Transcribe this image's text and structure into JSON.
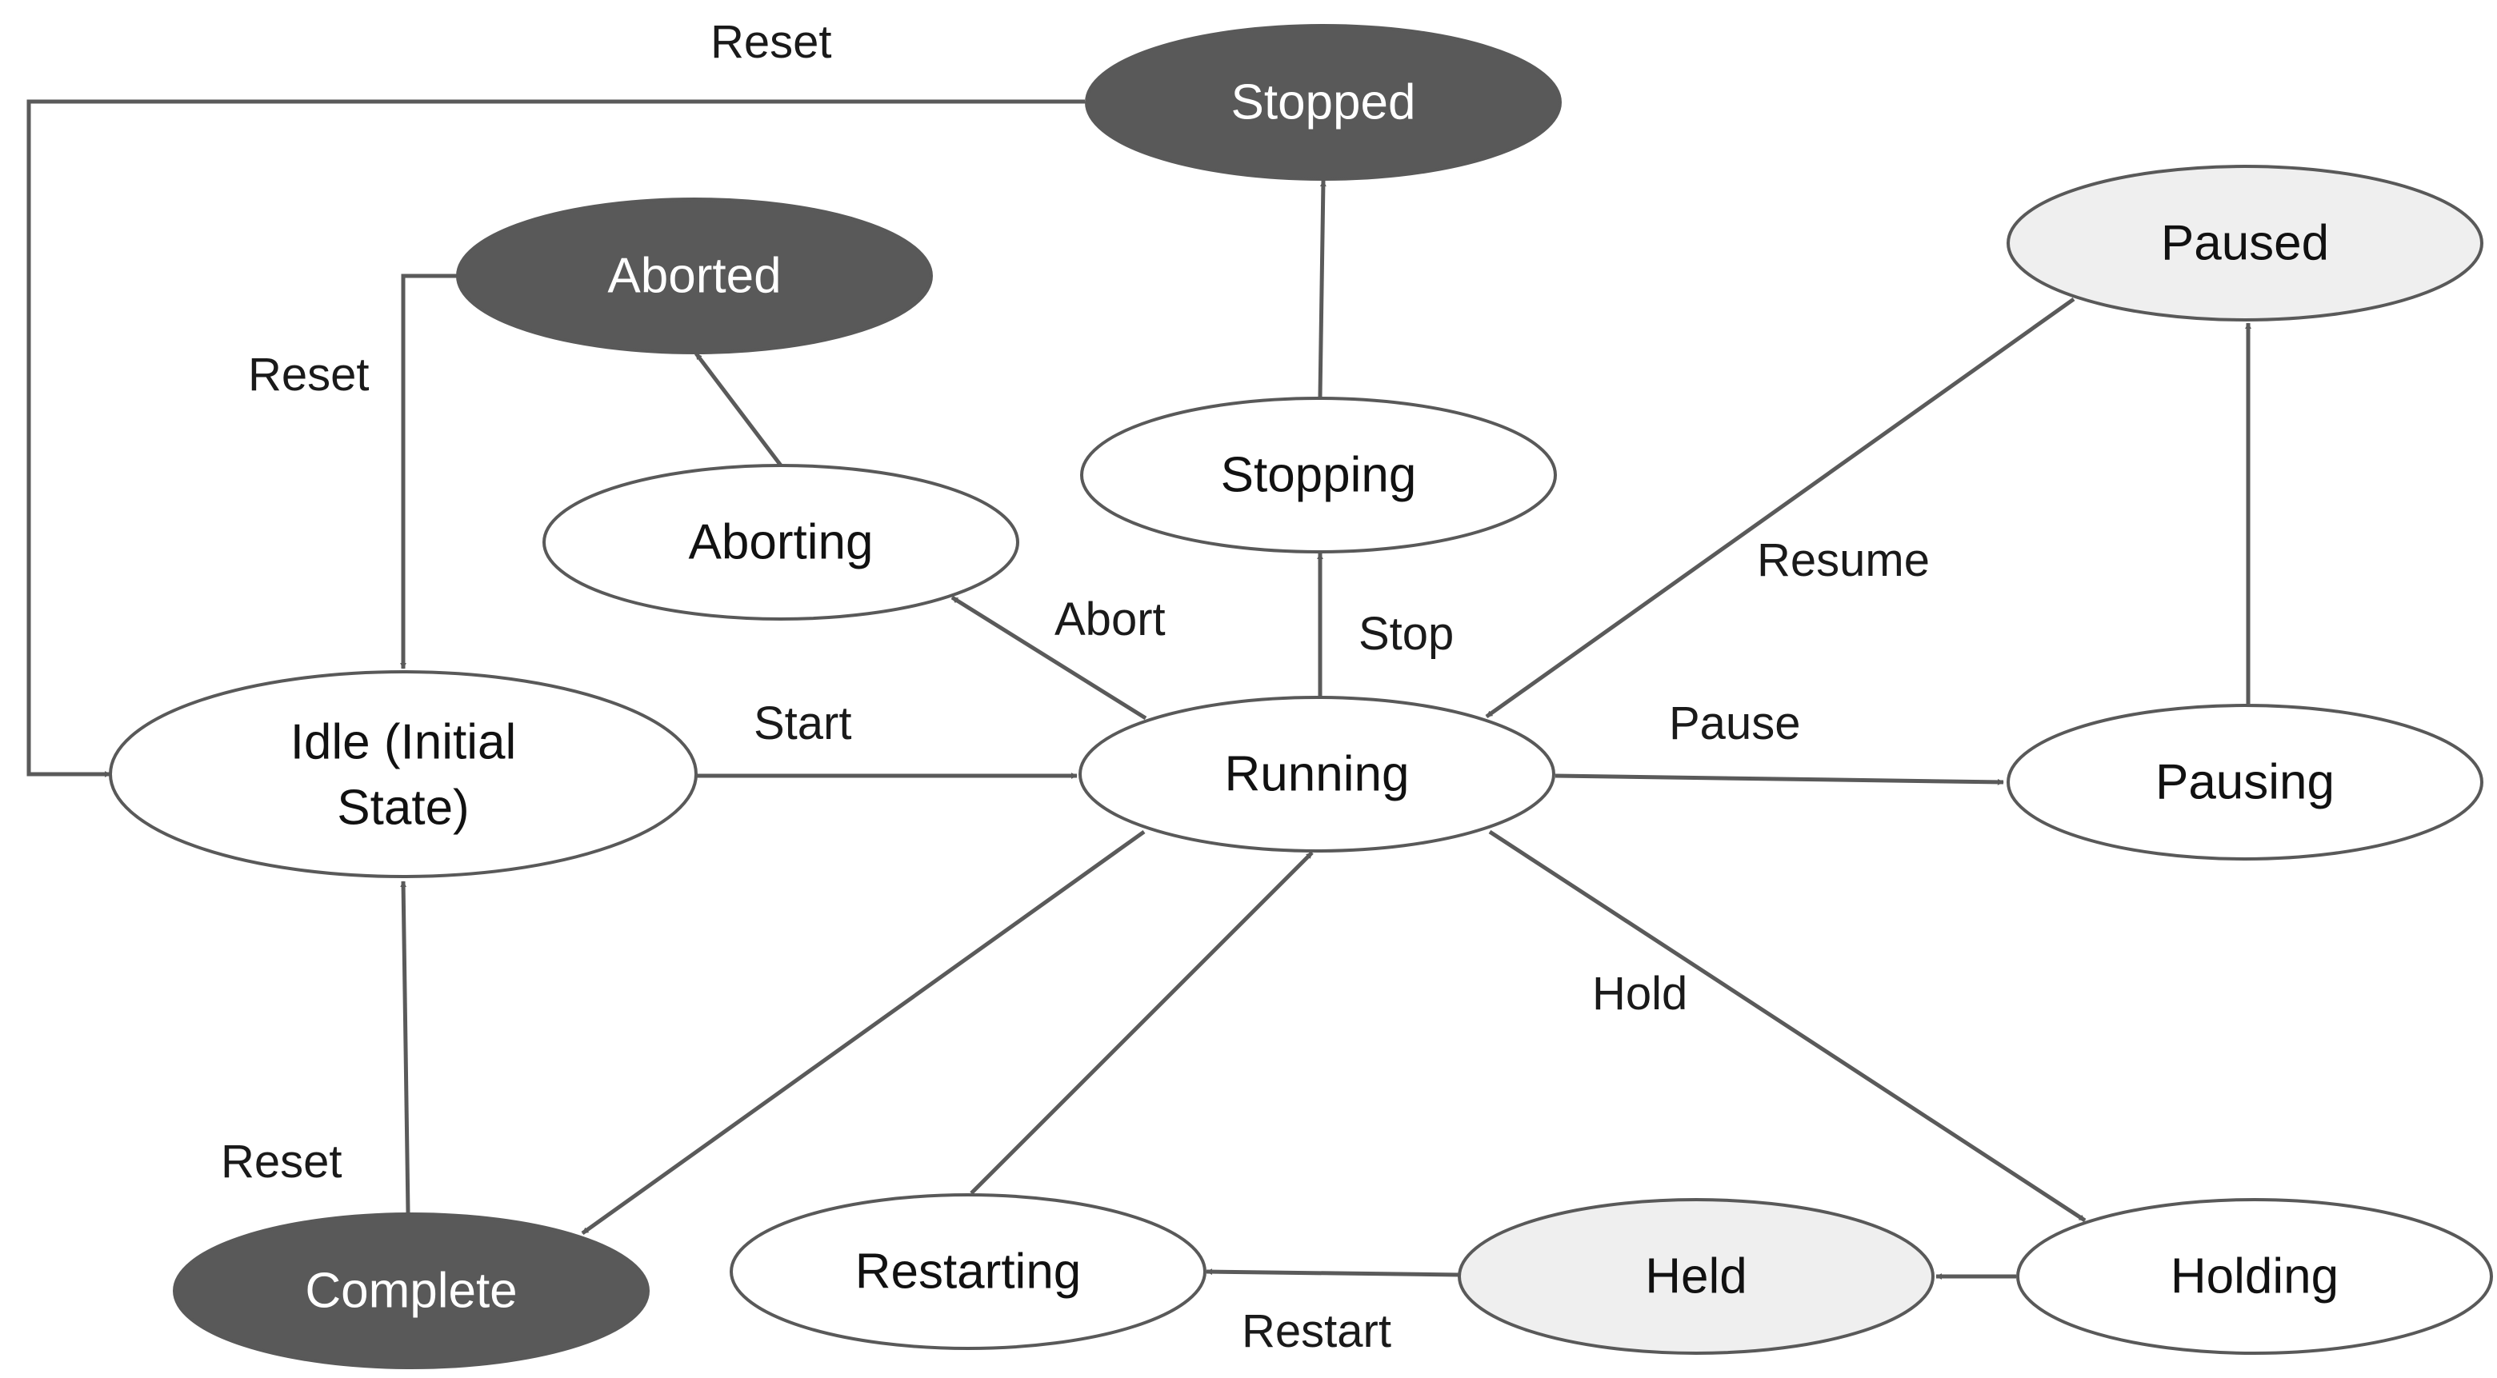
{
  "colors": {
    "dark_fill": "#595959",
    "light_fill": "#efefef",
    "white_fill": "#ffffff",
    "outline": "#595959",
    "dark_text": "#ffffff",
    "light_text": "#111111"
  },
  "states": {
    "stopped": {
      "label": "Stopped",
      "style": "dark"
    },
    "aborted": {
      "label": "Aborted",
      "style": "dark"
    },
    "paused": {
      "label": "Paused",
      "style": "light"
    },
    "stopping": {
      "label": "Stopping",
      "style": "white"
    },
    "aborting": {
      "label": "Aborting",
      "style": "white"
    },
    "idle": {
      "label_line1": "Idle (Initial",
      "label_line2": "State)",
      "style": "white"
    },
    "running": {
      "label": "Running",
      "style": "white"
    },
    "pausing": {
      "label": "Pausing",
      "style": "white"
    },
    "complete": {
      "label": "Complete",
      "style": "dark"
    },
    "restarting": {
      "label": "Restarting",
      "style": "white"
    },
    "held": {
      "label": "Held",
      "style": "light"
    },
    "holding": {
      "label": "Holding",
      "style": "white"
    }
  },
  "transitions": {
    "reset_stopped": "Reset",
    "reset_aborted": "Reset",
    "reset_complete": "Reset",
    "start": "Start",
    "abort": "Abort",
    "stop": "Stop",
    "resume": "Resume",
    "pause": "Pause",
    "hold": "Hold",
    "restart": "Restart"
  }
}
